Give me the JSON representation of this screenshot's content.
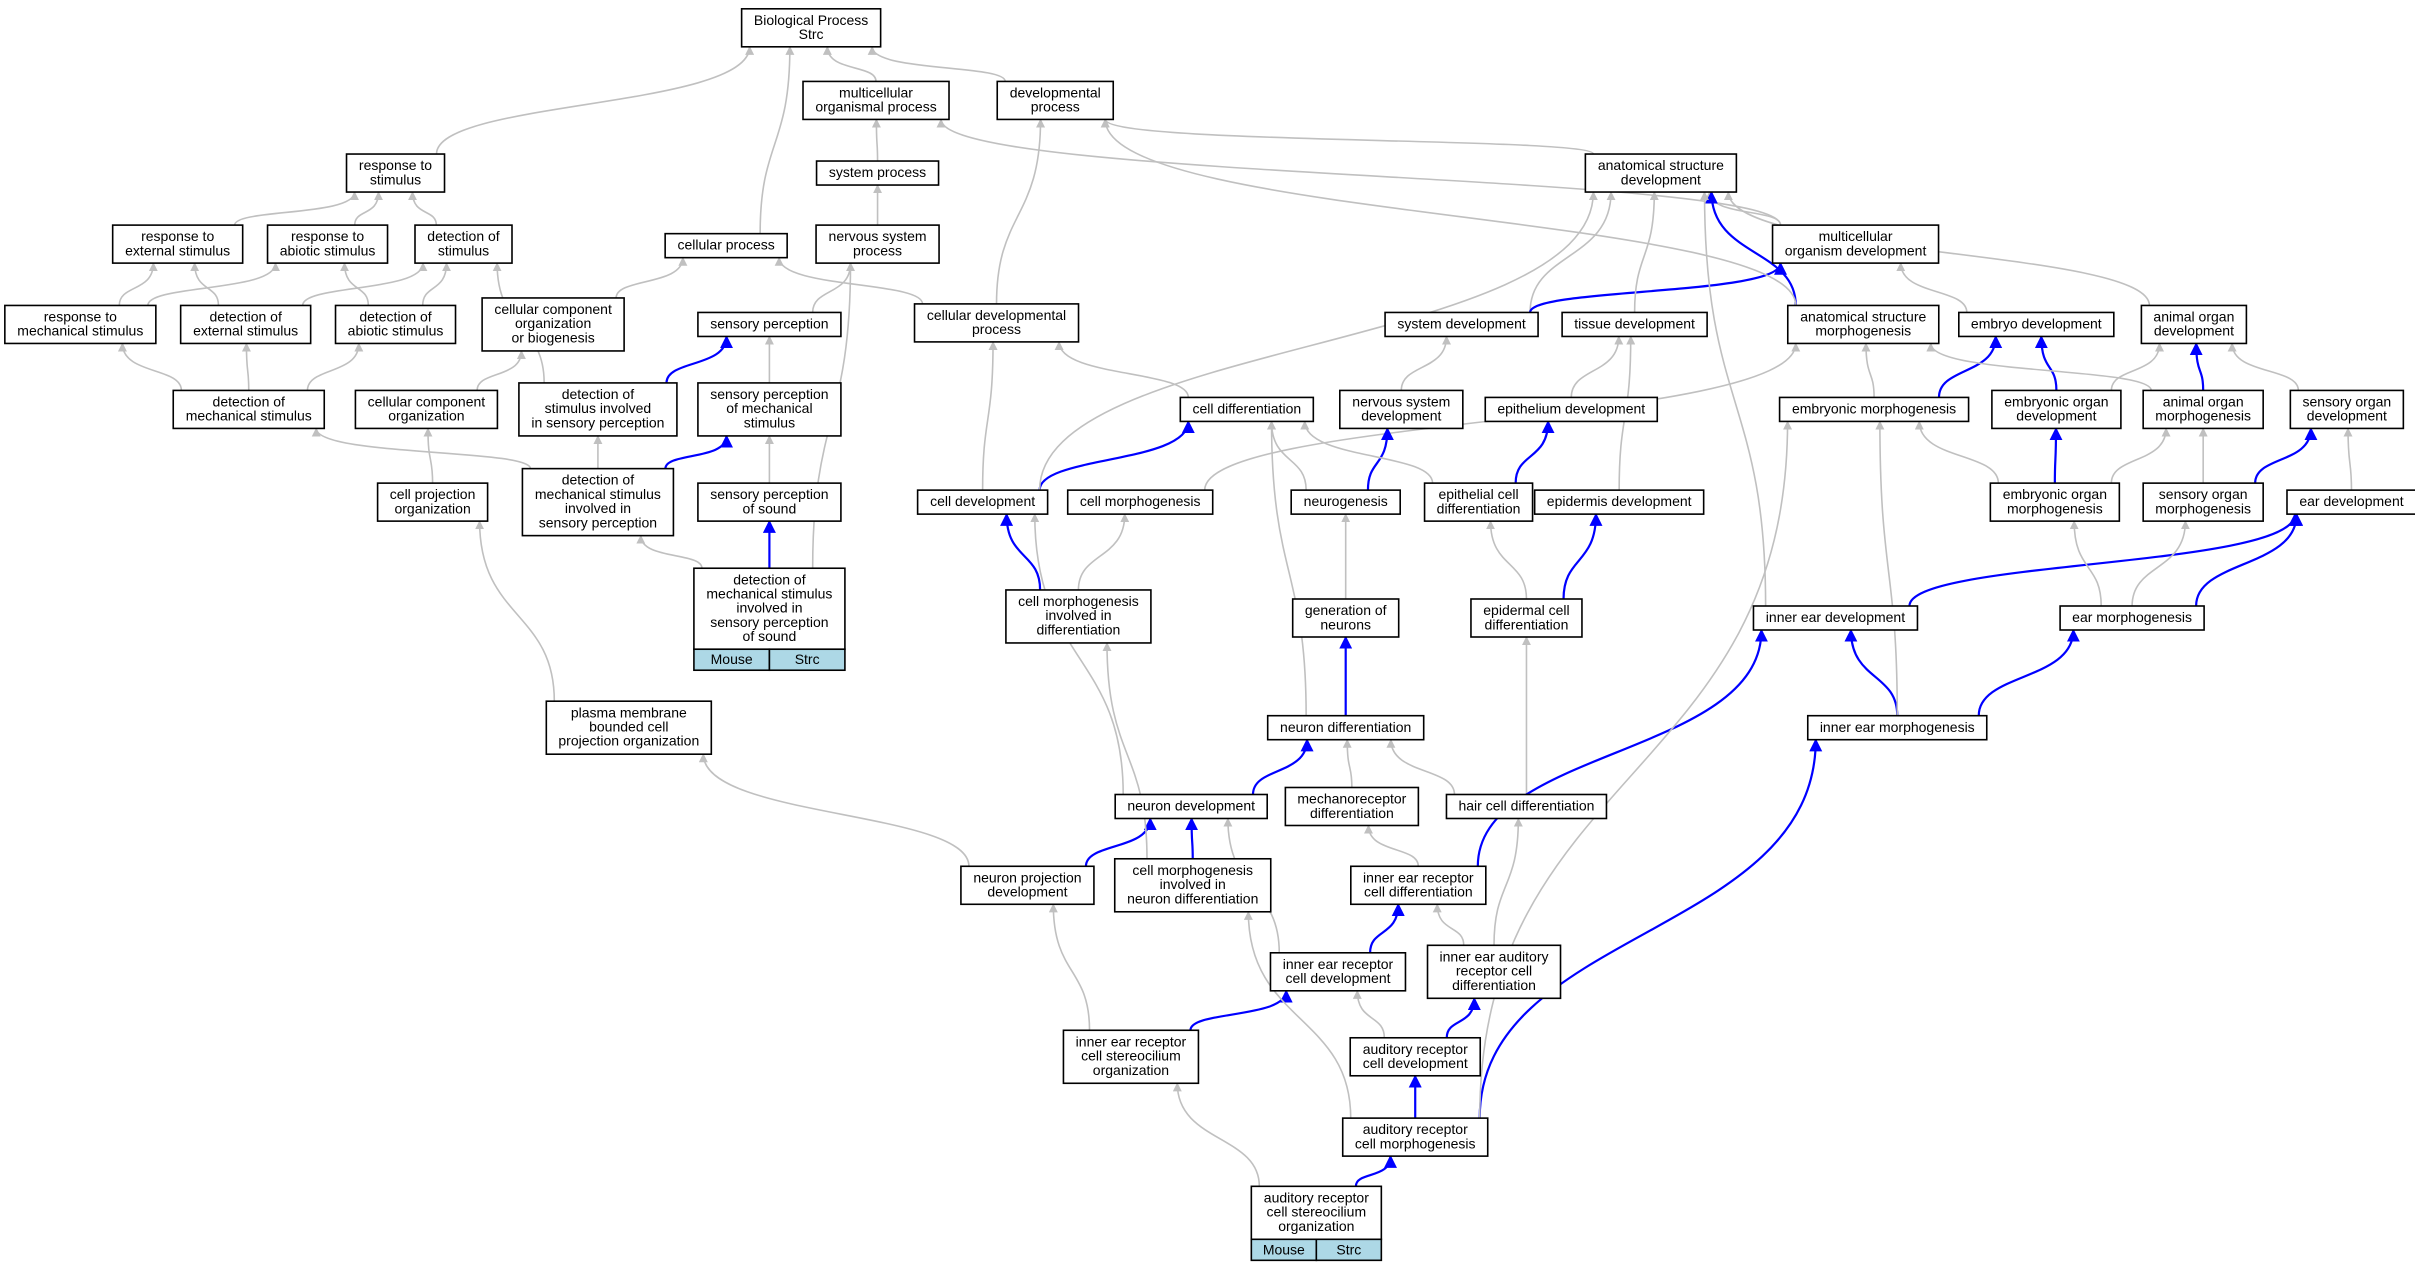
{
  "diagram": {
    "nodes": {
      "bp": [
        "Biological Process",
        "Strc"
      ],
      "multi_proc": [
        "multicellular",
        "organismal process"
      ],
      "dev_proc": [
        "developmental",
        "process"
      ],
      "resp_stim": [
        "response to",
        "stimulus"
      ],
      "sys_proc": [
        "system process"
      ],
      "asd": [
        "anatomical structure",
        "development"
      ],
      "resp_ext": [
        "response to",
        "external stimulus"
      ],
      "resp_abio": [
        "response to",
        "abiotic stimulus"
      ],
      "det_stim": [
        "detection of",
        "stimulus"
      ],
      "cell_proc": [
        "cellular process"
      ],
      "nerv_sys_proc": [
        "nervous system",
        "process"
      ],
      "multi_org_dev": [
        "multicellular",
        "organism development"
      ],
      "resp_mech": [
        "response to",
        "mechanical stimulus"
      ],
      "det_ext": [
        "detection of",
        "external stimulus"
      ],
      "det_abio": [
        "detection of",
        "abiotic stimulus"
      ],
      "cc_org_bio": [
        "cellular component",
        "organization",
        "or biogenesis"
      ],
      "sens_perc": [
        "sensory perception"
      ],
      "cell_dev_proc": [
        "cellular developmental",
        "process"
      ],
      "sys_dev": [
        "system development"
      ],
      "tissue_dev": [
        "tissue development"
      ],
      "asm": [
        "anatomical structure",
        "morphogenesis"
      ],
      "embryo_dev": [
        "embryo development"
      ],
      "animal_organ_dev": [
        "animal organ",
        "development"
      ],
      "det_mech": [
        "detection of",
        "mechanical stimulus"
      ],
      "cc_org": [
        "cellular component",
        "organization"
      ],
      "det_stim_sens": [
        "detection of",
        "stimulus involved",
        "in sensory perception"
      ],
      "sens_perc_mech": [
        "sensory perception",
        "of mechanical",
        "stimulus"
      ],
      "cell_diff": [
        "cell differentiation"
      ],
      "nerv_sys_dev": [
        "nervous system",
        "development"
      ],
      "epith_dev": [
        "epithelium development"
      ],
      "embryonic_morph": [
        "embryonic morphogenesis"
      ],
      "embryonic_organ_dev": [
        "embryonic organ",
        "development"
      ],
      "animal_organ_morph": [
        "animal organ",
        "morphogenesis"
      ],
      "sens_organ_dev": [
        "sensory organ",
        "development"
      ],
      "cell_proj_org": [
        "cell projection",
        "organization"
      ],
      "det_mech_sens": [
        "detection of",
        "mechanical stimulus",
        "involved in",
        "sensory perception"
      ],
      "sens_perc_sound": [
        "sensory perception",
        "of sound"
      ],
      "cell_dev": [
        "cell development"
      ],
      "cell_morph": [
        "cell morphogenesis"
      ],
      "neurogenesis": [
        "neurogenesis"
      ],
      "epith_cell_diff": [
        "epithelial cell",
        "differentiation"
      ],
      "epid_dev": [
        "epidermis development"
      ],
      "embryonic_organ_morph": [
        "embryonic organ",
        "morphogenesis"
      ],
      "sens_organ_morph": [
        "sensory organ",
        "morphogenesis"
      ],
      "ear_dev": [
        "ear development"
      ],
      "det_mech_sound": [
        "detection of",
        "mechanical stimulus",
        "involved in",
        "sensory perception",
        "of sound"
      ],
      "cell_morph_diff": [
        "cell morphogenesis",
        "involved in",
        "differentiation"
      ],
      "gen_neurons": [
        "generation of",
        "neurons"
      ],
      "epid_cell_diff": [
        "epidermal cell",
        "differentiation"
      ],
      "inner_ear_dev": [
        "inner ear development"
      ],
      "ear_morph": [
        "ear morphogenesis"
      ],
      "pm_cell_proj": [
        "plasma membrane",
        "bounded cell",
        "projection organization"
      ],
      "neuron_diff": [
        "neuron differentiation"
      ],
      "inner_ear_morph": [
        "inner ear morphogenesis"
      ],
      "neuron_dev": [
        "neuron development"
      ],
      "mechanorec_diff": [
        "mechanoreceptor",
        "differentiation"
      ],
      "hair_cell_diff": [
        "hair cell differentiation"
      ],
      "neuron_proj_dev": [
        "neuron projection",
        "development"
      ],
      "cell_morph_neuron": [
        "cell morphogenesis",
        "involved in",
        "neuron differentiation"
      ],
      "ie_rec_diff": [
        "inner ear receptor",
        "cell differentiation"
      ],
      "ie_rec_dev": [
        "inner ear receptor",
        "cell development"
      ],
      "ie_aud_rec_diff": [
        "inner ear auditory",
        "receptor cell",
        "differentiation"
      ],
      "ie_rec_stereo": [
        "inner ear receptor",
        "cell stereocilium",
        "organization"
      ],
      "aud_rec_dev": [
        "auditory receptor",
        "cell development"
      ],
      "aud_rec_morph": [
        "auditory receptor",
        "cell morphogenesis"
      ],
      "aud_rec_stereo": [
        "auditory receptor",
        "cell stereocilium",
        "organization"
      ]
    },
    "annotations": {
      "det_mech_sound": [
        "Mouse",
        "Strc"
      ],
      "aud_rec_stereo": [
        "Mouse",
        "Strc"
      ]
    }
  }
}
